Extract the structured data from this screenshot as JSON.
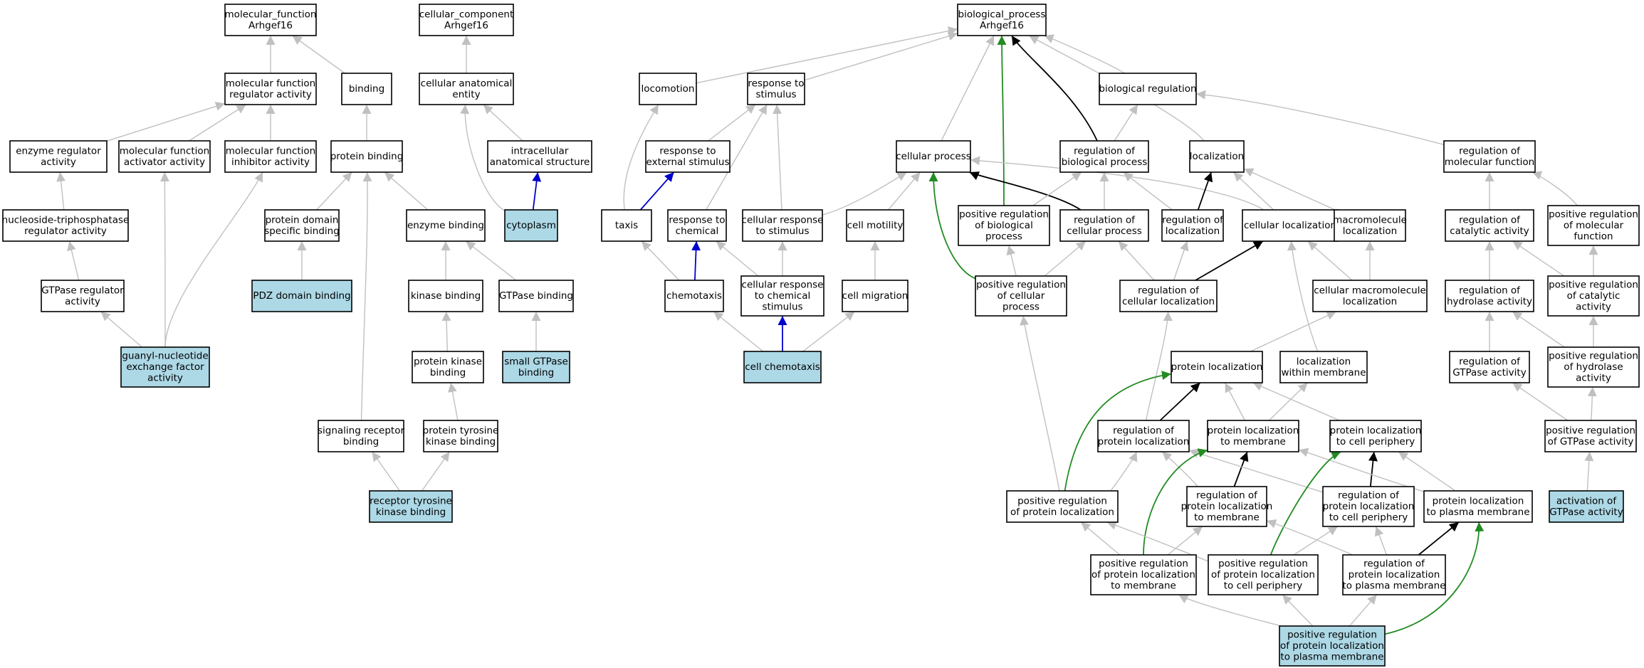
{
  "colors": {
    "default_node": "#ffffff",
    "highlight_node": "#add8e6",
    "edge_is_a": "#c0c0c0",
    "edge_regulates": "#000000",
    "edge_positively_regulates": "#228b22",
    "edge_part_of": "#0000cd"
  },
  "nodes": [
    {
      "id": "mf_root",
      "lines": [
        "molecular_function",
        "Arhgef16"
      ]
    },
    {
      "id": "cc_root",
      "lines": [
        "cellular_component",
        "Arhgef16"
      ]
    },
    {
      "id": "bp_root",
      "lines": [
        "biological_process",
        "Arhgef16"
      ]
    },
    {
      "id": "mfra",
      "lines": [
        "molecular function",
        "regulator activity"
      ]
    },
    {
      "id": "binding",
      "lines": [
        "binding"
      ]
    },
    {
      "id": "cae",
      "lines": [
        "cellular anatomical",
        "entity"
      ]
    },
    {
      "id": "locomotion",
      "lines": [
        "locomotion"
      ]
    },
    {
      "id": "rts",
      "lines": [
        "response to",
        "stimulus"
      ]
    },
    {
      "id": "bioreg",
      "lines": [
        "biological regulation"
      ]
    },
    {
      "id": "era",
      "lines": [
        "enzyme regulator",
        "activity"
      ]
    },
    {
      "id": "mfaa",
      "lines": [
        "molecular function",
        "activator activity"
      ]
    },
    {
      "id": "mfia",
      "lines": [
        "molecular function",
        "inhibitor activity"
      ]
    },
    {
      "id": "pbind",
      "lines": [
        "protein binding"
      ]
    },
    {
      "id": "ias",
      "lines": [
        "intracellular",
        "anatomical structure"
      ]
    },
    {
      "id": "rtes",
      "lines": [
        "response to",
        "external stimulus"
      ]
    },
    {
      "id": "cellproc",
      "lines": [
        "cellular process"
      ]
    },
    {
      "id": "regbp",
      "lines": [
        "regulation of",
        "biological process"
      ]
    },
    {
      "id": "localization",
      "lines": [
        "localization"
      ]
    },
    {
      "id": "regmf",
      "lines": [
        "regulation of",
        "molecular function"
      ]
    },
    {
      "id": "ntpra",
      "lines": [
        "nucleoside-triphosphatase",
        "regulator activity"
      ]
    },
    {
      "id": "pdsb",
      "lines": [
        "protein domain",
        "specific binding"
      ]
    },
    {
      "id": "enzb",
      "lines": [
        "enzyme binding"
      ]
    },
    {
      "id": "cytoplasm",
      "lines": [
        "cytoplasm"
      ],
      "highlight": true
    },
    {
      "id": "taxis",
      "lines": [
        "taxis"
      ]
    },
    {
      "id": "rtc",
      "lines": [
        "response to",
        "chemical"
      ]
    },
    {
      "id": "crs",
      "lines": [
        "cellular response",
        "to stimulus"
      ]
    },
    {
      "id": "cellmot",
      "lines": [
        "cell motility"
      ]
    },
    {
      "id": "posregbp",
      "lines": [
        "positive regulation",
        "of biological",
        "process"
      ]
    },
    {
      "id": "regcp",
      "lines": [
        "regulation of",
        "cellular process"
      ]
    },
    {
      "id": "regloc",
      "lines": [
        "regulation of",
        "localization"
      ]
    },
    {
      "id": "cellloc",
      "lines": [
        "cellular localization"
      ]
    },
    {
      "id": "macroloc",
      "lines": [
        "macromolecule",
        "localization"
      ]
    },
    {
      "id": "regcat",
      "lines": [
        "regulation of",
        "catalytic activity"
      ]
    },
    {
      "id": "posregmf",
      "lines": [
        "positive regulation",
        "of molecular",
        "function"
      ]
    },
    {
      "id": "gtpra",
      "lines": [
        "GTPase regulator",
        "activity"
      ]
    },
    {
      "id": "pdzb",
      "lines": [
        "PDZ domain binding"
      ],
      "highlight": true
    },
    {
      "id": "kinb",
      "lines": [
        "kinase binding"
      ]
    },
    {
      "id": "gtpb",
      "lines": [
        "GTPase binding"
      ]
    },
    {
      "id": "chemotaxis",
      "lines": [
        "chemotaxis"
      ]
    },
    {
      "id": "crcs",
      "lines": [
        "cellular response",
        "to chemical",
        "stimulus"
      ]
    },
    {
      "id": "cellmig",
      "lines": [
        "cell migration"
      ]
    },
    {
      "id": "posregcp",
      "lines": [
        "positive regulation",
        "of cellular",
        "process"
      ]
    },
    {
      "id": "regcellloc",
      "lines": [
        "regulation of",
        "cellular localization"
      ]
    },
    {
      "id": "cmloc",
      "lines": [
        "cellular macromolecule",
        "localization"
      ]
    },
    {
      "id": "reghyd",
      "lines": [
        "regulation of",
        "hydrolase activity"
      ]
    },
    {
      "id": "posregcat",
      "lines": [
        "positive regulation",
        "of catalytic",
        "activity"
      ]
    },
    {
      "id": "gnef",
      "lines": [
        "guanyl-nucleotide",
        "exchange factor",
        "activity"
      ],
      "highlight": true
    },
    {
      "id": "pkb",
      "lines": [
        "protein kinase",
        "binding"
      ]
    },
    {
      "id": "sgtpb",
      "lines": [
        "small GTPase",
        "binding"
      ],
      "highlight": true
    },
    {
      "id": "cellchem",
      "lines": [
        "cell chemotaxis"
      ],
      "highlight": true
    },
    {
      "id": "protloc",
      "lines": [
        "protein localization"
      ]
    },
    {
      "id": "locwm",
      "lines": [
        "localization",
        "within membrane"
      ]
    },
    {
      "id": "reggtp",
      "lines": [
        "regulation of",
        "GTPase activity"
      ]
    },
    {
      "id": "posreghyd",
      "lines": [
        "positive regulation",
        "of hydrolase",
        "activity"
      ]
    },
    {
      "id": "srb",
      "lines": [
        "signaling receptor",
        "binding"
      ]
    },
    {
      "id": "ptkb",
      "lines": [
        "protein tyrosine",
        "kinase binding"
      ]
    },
    {
      "id": "regpl",
      "lines": [
        "regulation of",
        "protein localization"
      ]
    },
    {
      "id": "pltm",
      "lines": [
        "protein localization",
        "to membrane"
      ]
    },
    {
      "id": "pltcp",
      "lines": [
        "protein localization",
        "to cell periphery"
      ]
    },
    {
      "id": "posreggtp",
      "lines": [
        "positive regulation",
        "of GTPase activity"
      ]
    },
    {
      "id": "rtkb",
      "lines": [
        "receptor tyrosine",
        "kinase binding"
      ],
      "highlight": true
    },
    {
      "id": "posregpl",
      "lines": [
        "positive regulation",
        "of protein localization"
      ]
    },
    {
      "id": "regpltm",
      "lines": [
        "regulation of",
        "protein localization",
        "to membrane"
      ]
    },
    {
      "id": "regpltcp",
      "lines": [
        "regulation of",
        "protein localization",
        "to cell periphery"
      ]
    },
    {
      "id": "pltpm",
      "lines": [
        "protein localization",
        "to plasma membrane"
      ]
    },
    {
      "id": "actgtp",
      "lines": [
        "activation of",
        "GTPase activity"
      ],
      "highlight": true
    },
    {
      "id": "posregpltm",
      "lines": [
        "positive regulation",
        "of protein localization",
        "to membrane"
      ]
    },
    {
      "id": "posregpltcp",
      "lines": [
        "positive regulation",
        "of protein localization",
        "to cell periphery"
      ]
    },
    {
      "id": "regpltpm",
      "lines": [
        "regulation of",
        "protein localization",
        "to plasma membrane"
      ]
    },
    {
      "id": "posregpltpm",
      "lines": [
        "positive regulation",
        "of protein localization",
        "to plasma membrane"
      ],
      "highlight": true
    }
  ],
  "edges": [
    {
      "from": "mfra",
      "to": "mf_root",
      "type": "is_a"
    },
    {
      "from": "binding",
      "to": "mf_root",
      "type": "is_a"
    },
    {
      "from": "era",
      "to": "mfra",
      "type": "is_a"
    },
    {
      "from": "mfaa",
      "to": "mfra",
      "type": "is_a"
    },
    {
      "from": "mfia",
      "to": "mfra",
      "type": "is_a"
    },
    {
      "from": "ntpra",
      "to": "era",
      "type": "is_a"
    },
    {
      "from": "gtpra",
      "to": "ntpra",
      "type": "is_a"
    },
    {
      "from": "gnef",
      "to": "gtpra",
      "type": "is_a"
    },
    {
      "from": "gnef",
      "to": "mfaa",
      "type": "is_a"
    },
    {
      "from": "gnef",
      "to": "mfia",
      "type": "is_a"
    },
    {
      "from": "pbind",
      "to": "binding",
      "type": "is_a"
    },
    {
      "from": "pdsb",
      "to": "pbind",
      "type": "is_a"
    },
    {
      "from": "enzb",
      "to": "pbind",
      "type": "is_a"
    },
    {
      "from": "srb",
      "to": "pbind",
      "type": "is_a"
    },
    {
      "from": "pdzb",
      "to": "pdsb",
      "type": "is_a"
    },
    {
      "from": "kinb",
      "to": "enzb",
      "type": "is_a"
    },
    {
      "from": "gtpb",
      "to": "enzb",
      "type": "is_a"
    },
    {
      "from": "pkb",
      "to": "kinb",
      "type": "is_a"
    },
    {
      "from": "sgtpb",
      "to": "gtpb",
      "type": "is_a"
    },
    {
      "from": "ptkb",
      "to": "pkb",
      "type": "is_a"
    },
    {
      "from": "rtkb",
      "to": "srb",
      "type": "is_a"
    },
    {
      "from": "rtkb",
      "to": "ptkb",
      "type": "is_a"
    },
    {
      "from": "cae",
      "to": "cc_root",
      "type": "is_a"
    },
    {
      "from": "ias",
      "to": "cae",
      "type": "is_a"
    },
    {
      "from": "cytoplasm",
      "to": "cae",
      "type": "is_a"
    },
    {
      "from": "cytoplasm",
      "to": "ias",
      "type": "part_of"
    },
    {
      "from": "locomotion",
      "to": "bp_root",
      "type": "is_a"
    },
    {
      "from": "rts",
      "to": "bp_root",
      "type": "is_a"
    },
    {
      "from": "cellproc",
      "to": "bp_root",
      "type": "is_a"
    },
    {
      "from": "posregbp",
      "to": "bp_root",
      "type": "positively_regulates"
    },
    {
      "from": "regbp",
      "to": "bp_root",
      "type": "regulates"
    },
    {
      "from": "localization",
      "to": "bp_root",
      "type": "is_a"
    },
    {
      "from": "bioreg",
      "to": "bp_root",
      "type": "is_a"
    },
    {
      "from": "rtes",
      "to": "rts",
      "type": "is_a"
    },
    {
      "from": "rtc",
      "to": "rts",
      "type": "is_a"
    },
    {
      "from": "crs",
      "to": "rts",
      "type": "is_a"
    },
    {
      "from": "taxis",
      "to": "locomotion",
      "type": "is_a"
    },
    {
      "from": "taxis",
      "to": "rtes",
      "type": "part_of"
    },
    {
      "from": "regbp",
      "to": "bioreg",
      "type": "is_a"
    },
    {
      "from": "regmf",
      "to": "bioreg",
      "type": "is_a"
    },
    {
      "from": "crs",
      "to": "cellproc",
      "type": "is_a"
    },
    {
      "from": "cellmot",
      "to": "cellproc",
      "type": "is_a"
    },
    {
      "from": "regcp",
      "to": "cellproc",
      "type": "regulates"
    },
    {
      "from": "posregcp",
      "to": "cellproc",
      "type": "positively_regulates"
    },
    {
      "from": "cellloc",
      "to": "cellproc",
      "type": "is_a"
    },
    {
      "from": "posregbp",
      "to": "regbp",
      "type": "is_a"
    },
    {
      "from": "regcp",
      "to": "regbp",
      "type": "is_a"
    },
    {
      "from": "regloc",
      "to": "regbp",
      "type": "is_a"
    },
    {
      "from": "regloc",
      "to": "localization",
      "type": "regulates"
    },
    {
      "from": "cellloc",
      "to": "localization",
      "type": "is_a"
    },
    {
      "from": "macroloc",
      "to": "localization",
      "type": "is_a"
    },
    {
      "from": "regcat",
      "to": "regmf",
      "type": "is_a"
    },
    {
      "from": "posregmf",
      "to": "regmf",
      "type": "is_a"
    },
    {
      "from": "chemotaxis",
      "to": "taxis",
      "type": "is_a"
    },
    {
      "from": "chemotaxis",
      "to": "rtc",
      "type": "part_of"
    },
    {
      "from": "crcs",
      "to": "rtc",
      "type": "is_a"
    },
    {
      "from": "crcs",
      "to": "crs",
      "type": "is_a"
    },
    {
      "from": "cellmig",
      "to": "cellmot",
      "type": "is_a"
    },
    {
      "from": "posregcp",
      "to": "posregbp",
      "type": "is_a"
    },
    {
      "from": "posregcp",
      "to": "regcp",
      "type": "is_a"
    },
    {
      "from": "regcellloc",
      "to": "regcp",
      "type": "is_a"
    },
    {
      "from": "regcellloc",
      "to": "regloc",
      "type": "is_a"
    },
    {
      "from": "regcellloc",
      "to": "cellloc",
      "type": "regulates"
    },
    {
      "from": "cmloc",
      "to": "cellloc",
      "type": "is_a"
    },
    {
      "from": "cmloc",
      "to": "macroloc",
      "type": "is_a"
    },
    {
      "from": "locwm",
      "to": "cellloc",
      "type": "is_a"
    },
    {
      "from": "reghyd",
      "to": "regcat",
      "type": "is_a"
    },
    {
      "from": "posregcat",
      "to": "regcat",
      "type": "is_a"
    },
    {
      "from": "posregcat",
      "to": "posregmf",
      "type": "is_a"
    },
    {
      "from": "cellchem",
      "to": "chemotaxis",
      "type": "is_a"
    },
    {
      "from": "cellchem",
      "to": "crcs",
      "type": "part_of"
    },
    {
      "from": "cellchem",
      "to": "cellmig",
      "type": "is_a"
    },
    {
      "from": "protloc",
      "to": "cmloc",
      "type": "is_a"
    },
    {
      "from": "reggtp",
      "to": "reghyd",
      "type": "is_a"
    },
    {
      "from": "posreghyd",
      "to": "reghyd",
      "type": "is_a"
    },
    {
      "from": "posreghyd",
      "to": "posregcat",
      "type": "is_a"
    },
    {
      "from": "posreggtp",
      "to": "reggtp",
      "type": "is_a"
    },
    {
      "from": "posreggtp",
      "to": "posreghyd",
      "type": "is_a"
    },
    {
      "from": "actgtp",
      "to": "posreggtp",
      "type": "is_a"
    },
    {
      "from": "regpl",
      "to": "protloc",
      "type": "regulates"
    },
    {
      "from": "regpl",
      "to": "regcellloc",
      "type": "is_a"
    },
    {
      "from": "pltm",
      "to": "protloc",
      "type": "is_a"
    },
    {
      "from": "pltcp",
      "to": "protloc",
      "type": "is_a"
    },
    {
      "from": "pltm",
      "to": "locwm",
      "type": "is_a"
    },
    {
      "from": "posregpl",
      "to": "protloc",
      "type": "positively_regulates"
    },
    {
      "from": "posregpl",
      "to": "regpl",
      "type": "is_a"
    },
    {
      "from": "posregpl",
      "to": "posregcp",
      "type": "is_a"
    },
    {
      "from": "regpltm",
      "to": "pltm",
      "type": "regulates"
    },
    {
      "from": "regpltm",
      "to": "regpl",
      "type": "is_a"
    },
    {
      "from": "regpltcp",
      "to": "pltcp",
      "type": "regulates"
    },
    {
      "from": "regpltcp",
      "to": "regpl",
      "type": "is_a"
    },
    {
      "from": "pltpm",
      "to": "pltm",
      "type": "is_a"
    },
    {
      "from": "pltpm",
      "to": "pltcp",
      "type": "is_a"
    },
    {
      "from": "posregpltm",
      "to": "pltm",
      "type": "positively_regulates"
    },
    {
      "from": "posregpltm",
      "to": "regpltm",
      "type": "is_a"
    },
    {
      "from": "posregpltm",
      "to": "posregpl",
      "type": "is_a"
    },
    {
      "from": "posregpltcp",
      "to": "pltcp",
      "type": "positively_regulates"
    },
    {
      "from": "posregpltcp",
      "to": "regpltcp",
      "type": "is_a"
    },
    {
      "from": "posregpltcp",
      "to": "posregpl",
      "type": "is_a"
    },
    {
      "from": "regpltpm",
      "to": "pltpm",
      "type": "regulates"
    },
    {
      "from": "regpltpm",
      "to": "regpltcp",
      "type": "is_a"
    },
    {
      "from": "regpltpm",
      "to": "regpltm",
      "type": "is_a"
    },
    {
      "from": "posregpltpm",
      "to": "pltpm",
      "type": "positively_regulates"
    },
    {
      "from": "posregpltpm",
      "to": "posregpltm",
      "type": "is_a"
    },
    {
      "from": "posregpltpm",
      "to": "posregpltcp",
      "type": "is_a"
    },
    {
      "from": "posregpltpm",
      "to": "regpltpm",
      "type": "is_a"
    }
  ]
}
